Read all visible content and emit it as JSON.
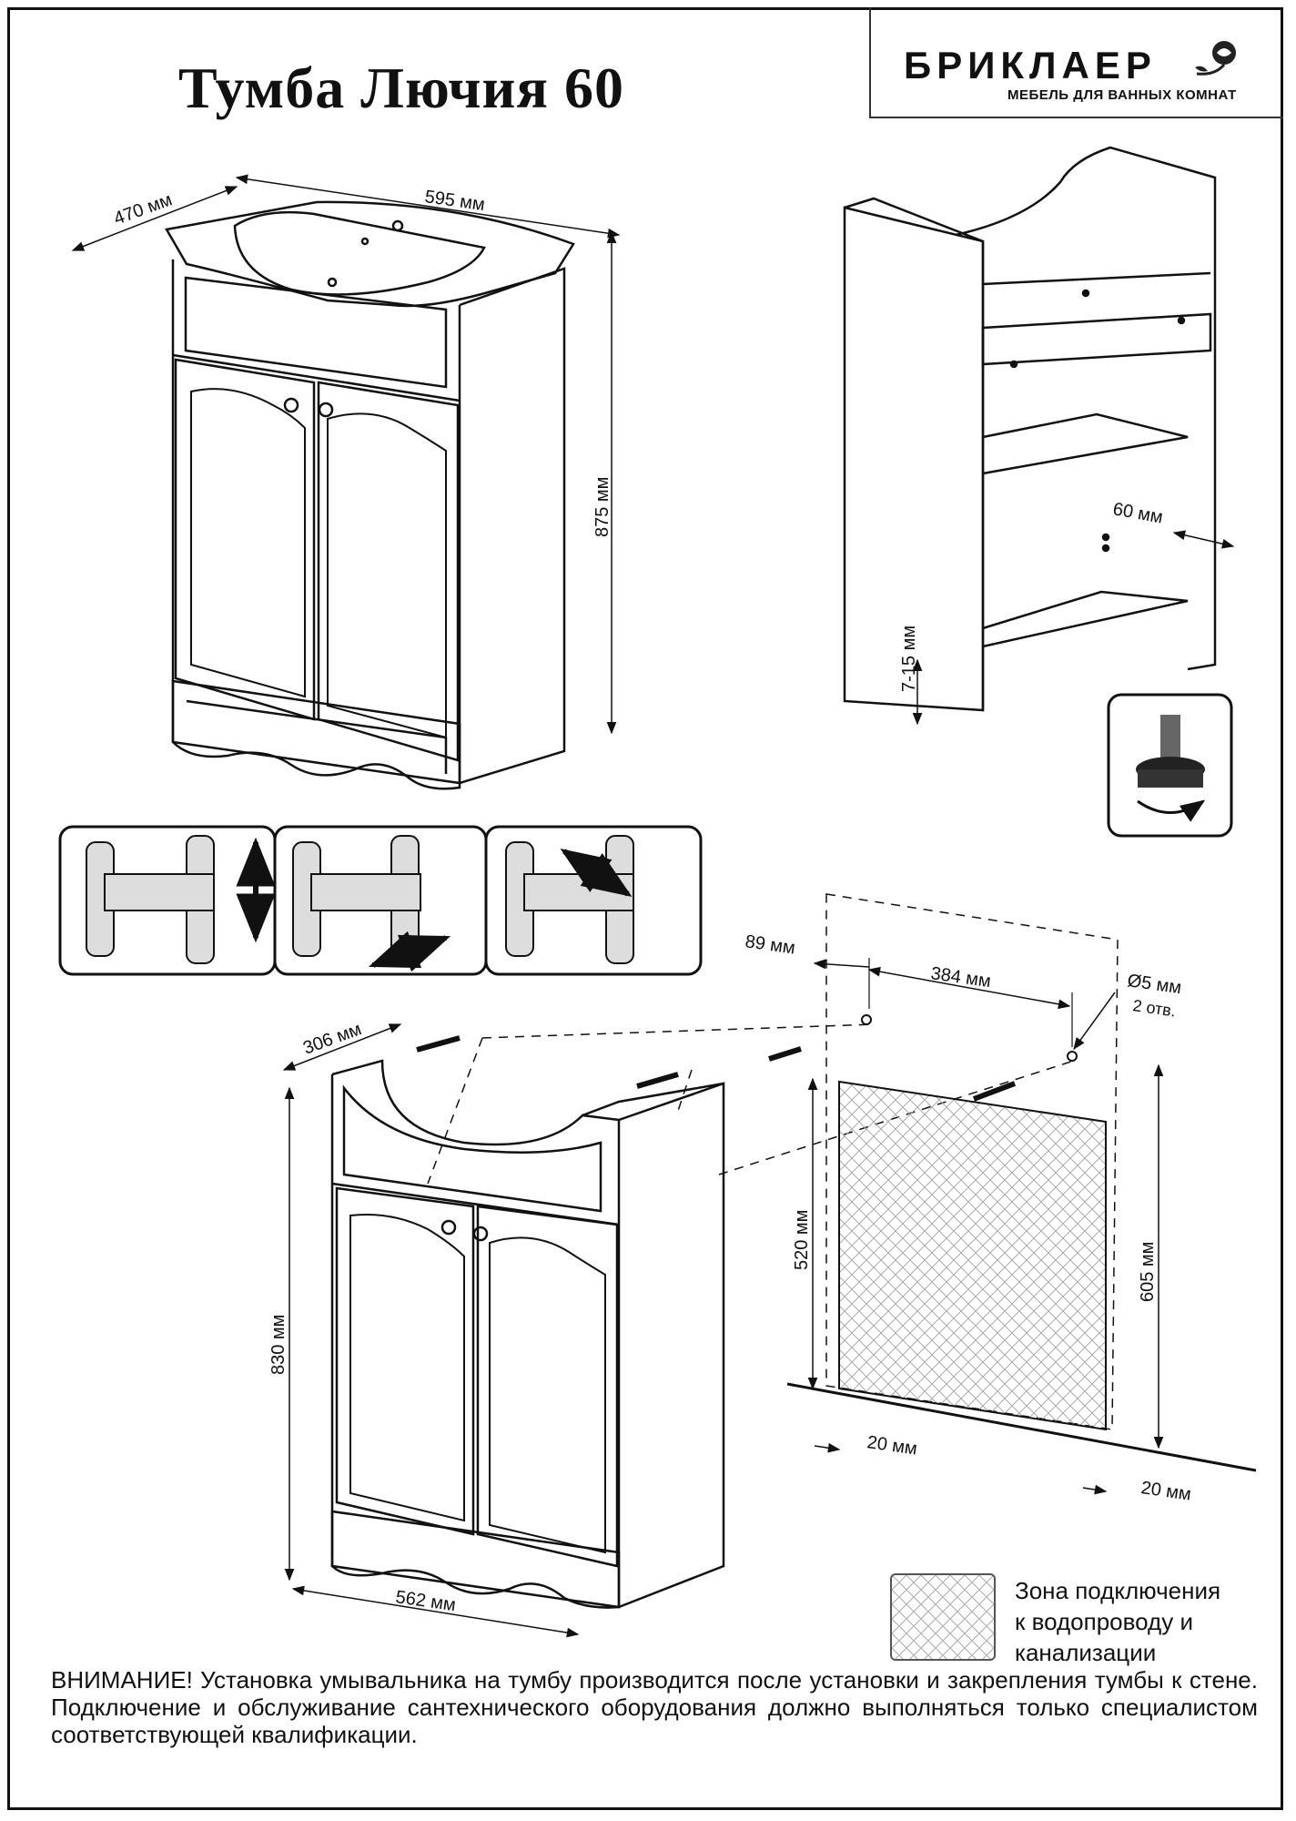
{
  "title": "Тумба Лючия 60",
  "brand": {
    "name": "БРИКЛАЕР",
    "subtitle": "МЕБЕЛЬ ДЛЯ ВАННЫХ КОМНАТ"
  },
  "dimensions": {
    "depth_top": "470 мм",
    "width_top": "595 мм",
    "height_total": "875 мм",
    "shelf_offset": "60 мм",
    "leg_adjust": "7-15 мм",
    "cabinet_depth": "306 мм",
    "cabinet_height": "830 мм",
    "cabinet_width": "562 мм",
    "wall_left_offset": "89 мм",
    "hole_spacing": "384 мм",
    "hole_diameter": "Ø5 мм",
    "hole_count": "2 отв.",
    "zone_height": "520 мм",
    "hole_height": "605 мм",
    "zone_left_margin": "20 мм",
    "zone_right_margin": "20 мм"
  },
  "legend": {
    "line1": "Зона подключения",
    "line2": "к водопроводу и",
    "line3": "канализации"
  },
  "warning": "ВНИМАНИЕ! Установка умывальника на тумбу производится после установки и закрепления тумбы к стене. Подключение и обслуживание сантехнического оборудования должно выполняться только специалистом соответствующей квалификации."
}
